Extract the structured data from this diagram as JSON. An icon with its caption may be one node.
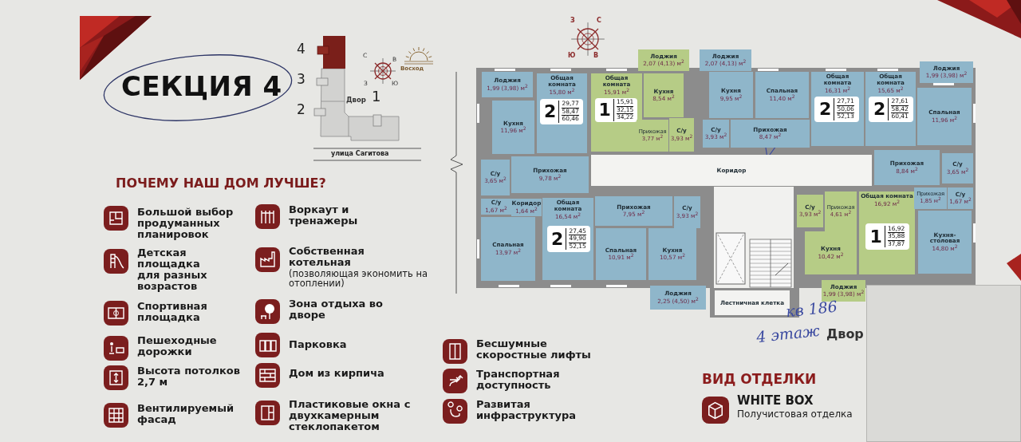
{
  "diagram": {
    "title": "СЕКЦИЯ 4",
    "nodes": [
      {
        "text": [
          "Лоджия",
          "1,99 (3,98) м$^{2}$"
        ]
      },
      {
        "text": [
          "Общая комната",
          "15,80 м$^{2}$"
        ]
      },
      {
        "text": [
          "2",
          "29,77",
          "58,47",
          "60,46"
        ],
        "in": 1
      },
      {
        "text": [
          "Лоджия",
          "2,07 (4,13) м$^{2}$"
        ]
      },
      {
        "text": [
          "Общая комната",
          "15,91 м$^{2}$"
        ]
      },
      {
        "text": [
          "1",
          "15,91",
          "32,15",
          "34,22"
        ],
        "in": 4
      },
      {
        "text": [
          "Кухня",
          "8,54 м$^{2}$"
        ]
      },
      {
        "text": [
          "Лоджия",
          "2,07 (4,13) м$^{2}$"
        ]
      },
      {
        "text": [
          "Кухня",
          "9,95 м$^{2}$"
        ]
      },
      {
        "text": [
          "Спальная",
          "11,40 м$^{2}$"
        ]
      },
      {
        "text": [
          "Общая комната",
          "16,31 м$^{2}$"
        ]
      },
      {
        "text": [
          "2",
          "27,71",
          "50,06",
          "52,13"
        ],
        "in": 10
      },
      {
        "text": [
          "Лоджия",
          "1,99 (3,98) м$^{2}$"
        ]
      },
      {
        "text": [
          "Общая комната",
          "15,65 м$^{2}$"
        ]
      },
      {
        "text": [
          "2",
          "27,61",
          "58,42",
          "60,41"
        ],
        "in": 13
      },
      {
        "text": [
          "Кухня",
          "11,96 м$^{2}$"
        ]
      },
      {
        "text": [
          "Спальная",
          "11,96 м$^{2}$"
        ]
      },
      {
        "text": [
          "Прихожая",
          "3,77 м$^{2}$"
        ]
      },
      {
        "text": [
          "С/у",
          "3,93 м$^{2}$"
        ]
      },
      {
        "text": [
          "С/у",
          "3,93 м$^{2}$"
        ]
      },
      {
        "text": [
          "Прихожая",
          "8,47 м$^{2}$"
        ]
      },
      {
        "text": [
          "Прихожая",
          "9,78 м$^{2}$"
        ]
      },
      {
        "text": [
          "С/у",
          "3,65 м$^{2}$"
        ]
      },
      {
        "text": [
          "Коридор"
        ]
      },
      {
        "text": [
          "Прихожая",
          "8,84 м$^{2}$"
        ]
      },
      {
        "text": [
          "С/у",
          "3,65 м$^{2}$"
        ]
      },
      {
        "text": [
          "Общая комната",
          "16,54 м$^{2}$"
        ]
      },
      {
        "text": [
          "2",
          "27,45",
          "49,90",
          "52,15"
        ],
        "in": 26
      },
      {
        "text": [
          "Прихожая",
          "7,95 м$^{2}$"
        ]
      },
      {
        "text": [
          "С/у",
          "3,93 м$^{2}$"
        ]
      },
      {
        "text": [
          "С/у",
          "3,93 м$^{2}$"
        ]
      },
      {
        "text": [
          "Прихожая",
          "4,61 м$^{2}$"
        ]
      },
      {
        "text": [
          "Общая комната",
          "16,92 м$^{2}$"
        ]
      },
      {
        "text": [
          "1",
          "16,92",
          "35,88",
          "37,87"
        ],
        "in": 32
      },
      {
        "text": [
          "Прихожая",
          "1,85 м$^{2}$"
        ]
      },
      {
        "text": [
          "С/у",
          "1,67 м$^{2}$"
        ]
      },
      {
        "text": [
          "С/у",
          "1,67 м$^{2}$"
        ]
      },
      {
        "text": [
          "Коридор",
          "1,64 м$^{2}$"
        ]
      },
      {
        "text": [
          "Спальная",
          "13,97 м$^{2}$"
        ]
      },
      {
        "text": [
          "Спальная",
          "10,91 м$^{2}$"
        ]
      },
      {
        "text": [
          "Кухня",
          "10,57 м$^{2}$"
        ]
      },
      {
        "text": [
          "Кухня",
          "10,42 м$^{2}$"
        ]
      },
      {
        "text": [
          "Кухня-столовая",
          "14,80 м$^{2}$"
        ]
      },
      {
        "text": [
          "Лоджия",
          "2,25 (4,50) м$^{2}$"
        ]
      },
      {
        "text": [
          "Лоджия",
          "1,99 (3,98) м$^{2}$"
        ]
      },
      {
        "text": [
          "Лестничная клетка"
        ]
      },
      {
        "text": [],
        "shape": "box"
      }
    ],
    "labels": [
      "4",
      "3",
      "2",
      "Двор",
      "1",
      "улица Сагитова",
      "Восход",
      "С",
      "В",
      "З",
      "Ю",
      "З",
      "С",
      "Ю",
      "В",
      "ПОЧЕМУ НАШ ДОМ ЛУЧШЕ?",
      "Большой выбор продуманных планировок",
      "Воркаут и тренажеры",
      "Детская площадка для разных возрастов",
      "Собственная котельная",
      "(позволяющая экономить на отоплении)",
      "Спортивная площадка",
      "Зона отдыха во дворе",
      "Пешеходные дорожки",
      "Парковка",
      "Высота потолков 2,7 м",
      "Дом из кирпича",
      "Вентилируемый фасад",
      "Пластиковые окна с двухкамерным стеклопакетом",
      "Бесшумные скоростные лифты",
      "Транспортная доступность",
      "Развитая инфраструктура",
      "Двор",
      "кв 186",
      "4 этаж",
      "ВИД ОТДЕЛКИ",
      "WHITE BOX",
      "Получистовая отделка"
    ]
  }
}
